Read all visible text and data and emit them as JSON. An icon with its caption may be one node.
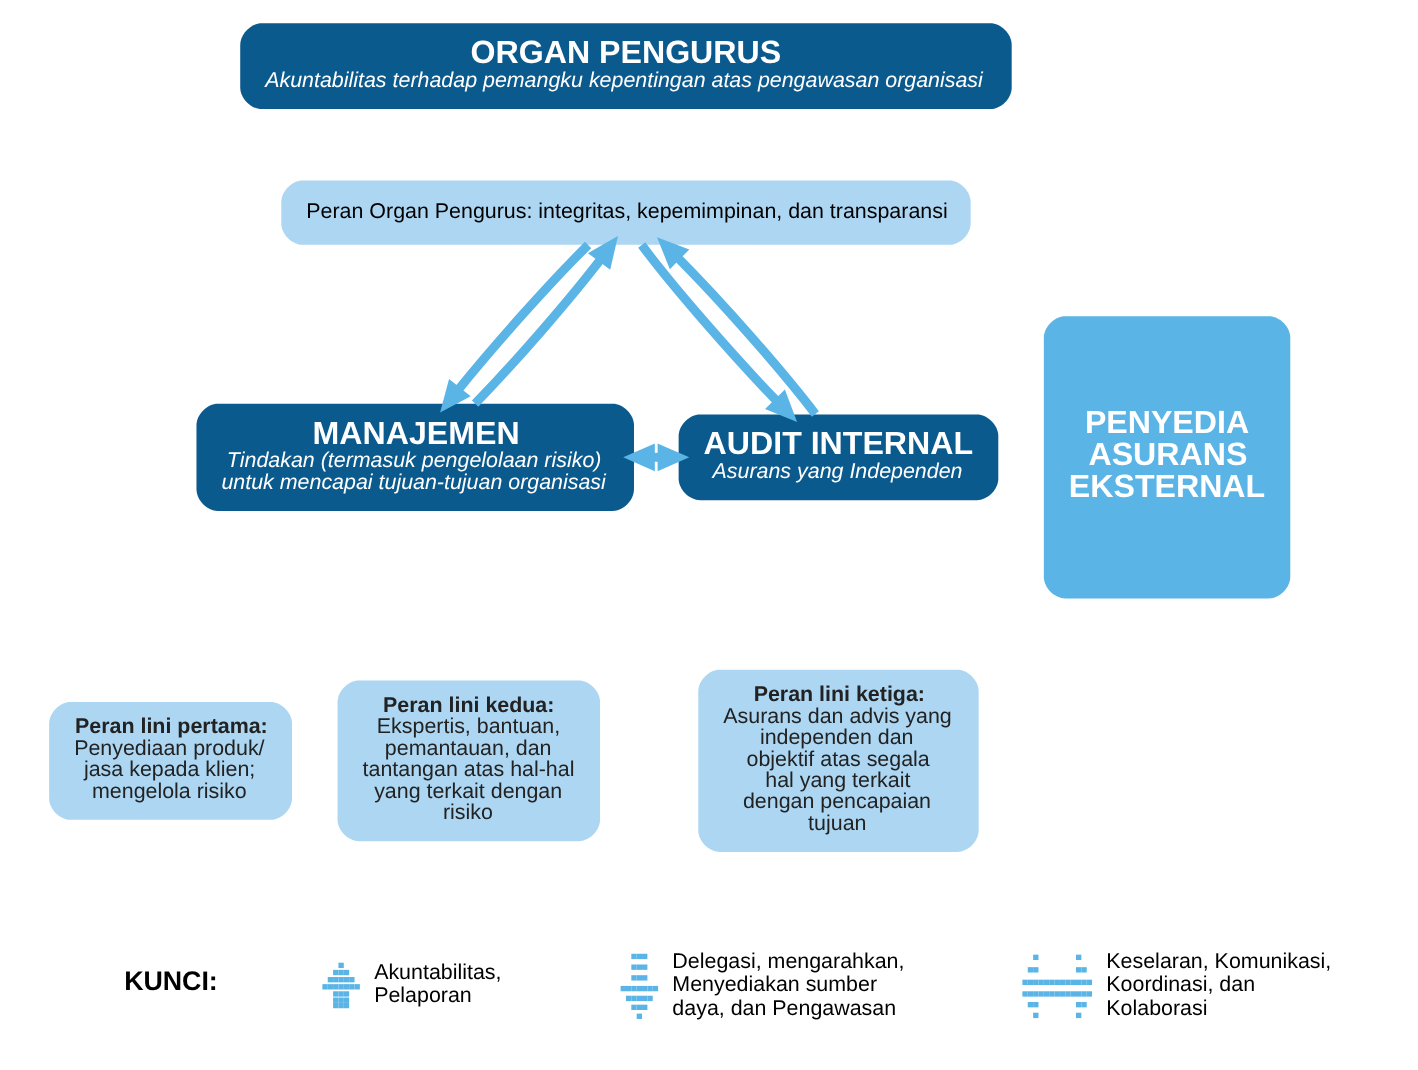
{
  "diagram": {
    "nodes": [
      {
        "text": [
          "ORGAN PENGURUS",
          "Akuntabilitas terhadap pemangku kepentingan atas pengawasan organisasi"
        ]
      },
      {
        "text": [
          "Peran Organ Pengurus: integritas, kepemimpinan, dan transparansi"
        ]
      },
      {
        "text": [
          "MANAJEMEN",
          "Tindakan (termasuk pengelolaan risiko) untuk mencapai tujuan-tujuan organisasi"
        ]
      },
      {
        "text": [
          "Peran lini pertama:",
          "Penyediaan produk/ jasa kepada klien; mengelola risiko"
        ]
      },
      {
        "text": [
          "Peran lini kedua:",
          "Ekspertis, bantuan, pemantauan, dan tantangan atas hal-hal yang terkait dengan risiko"
        ]
      },
      {
        "text": [
          "AUDIT INTERNAL",
          "Asurans yang Independen"
        ]
      },
      {
        "text": [
          "Peran lini ketiga:",
          "Asurans dan advis yang independen dan objektif atas segala hal yang terkait dengan pencapaian tujuan"
        ]
      },
      {
        "text": [
          "PENYEDIA ASURANS EKSTERNAL"
        ]
      }
    ],
    "edges": [
      {
        "from": 1,
        "to": 2,
        "arrow": "to"
      },
      {
        "from": 2,
        "to": 1,
        "arrow": "to"
      },
      {
        "from": 1,
        "to": 5,
        "arrow": "to"
      },
      {
        "from": 5,
        "to": 1,
        "arrow": "to"
      },
      {
        "from": 2,
        "to": 5,
        "arrow": "both"
      }
    ],
    "labels": [
      "KUNCI:"
    ],
    "legend": [
      {
        "text": "Akuntabilitas, Pelaporan"
      },
      {
        "text": "Delegasi, mengarahkan, Menyediakan sumber daya, dan Pengawasan"
      },
      {
        "text": "Keselaran, Komunikasi, Koordinasi, dan Kolaborasi"
      }
    ]
  }
}
